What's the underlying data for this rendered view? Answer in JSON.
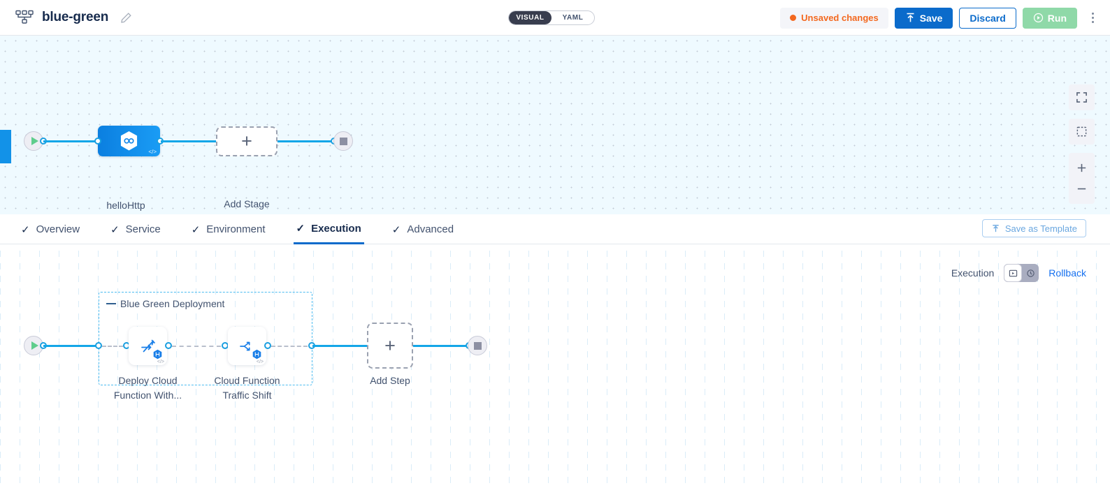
{
  "header": {
    "pipeline_icon": "pipeline-nodes-icon",
    "title": "blue-green",
    "edit_icon": "pencil-icon",
    "view_toggle": {
      "options": [
        "VISUAL",
        "YAML"
      ],
      "selected": "VISUAL"
    },
    "unsaved_label": "Unsaved changes",
    "save_label": "Save",
    "discard_label": "Discard",
    "run_label": "Run",
    "more_icon": "kebab-menu-icon"
  },
  "canvas_top": {
    "controls": [
      "fullscreen-icon",
      "fit-to-screen-icon",
      "zoom-in-icon",
      "zoom-out-icon"
    ],
    "start_node": "start-node",
    "end_node": "end-node",
    "stages": [
      {
        "name": "helloHttp",
        "icon": "hexagon-link-icon",
        "type_tag": "</>"
      }
    ],
    "add_stage_label": "Add Stage",
    "add_stage_icon": "plus-icon"
  },
  "tabs": [
    {
      "label": "Overview",
      "active": false,
      "checked": true
    },
    {
      "label": "Service",
      "active": false,
      "checked": true
    },
    {
      "label": "Environment",
      "active": false,
      "checked": true
    },
    {
      "label": "Execution",
      "active": true,
      "checked": true
    },
    {
      "label": "Advanced",
      "active": false,
      "checked": true
    }
  ],
  "save_as_template_label": "Save as Template",
  "execution_panel": {
    "exec_label": "Execution",
    "toggle_icons": [
      "execution-view-icon",
      "rollback-view-icon"
    ],
    "toggle_selected_index": 0,
    "rollback_label": "Rollback",
    "group": {
      "label": "Blue Green Deployment",
      "steps": [
        {
          "name": "Deploy Cloud Function With...",
          "icon": "deploy-function-icon",
          "badge": "harness-badge",
          "type_tag": "</>"
        },
        {
          "name": "Cloud Function Traffic Shift",
          "icon": "traffic-shift-icon",
          "badge": "harness-badge",
          "type_tag": "</>"
        }
      ]
    },
    "add_step_label": "Add Step",
    "add_step_icon": "plus-icon",
    "start_node": "start-node",
    "end_node": "end-node"
  },
  "colors": {
    "accent_blue": "#0b6bcb",
    "edge_blue": "#14a6e8",
    "warning_orange": "#f3681f",
    "run_green": "#8fd9a8",
    "group_border": "#4bbbf0"
  }
}
